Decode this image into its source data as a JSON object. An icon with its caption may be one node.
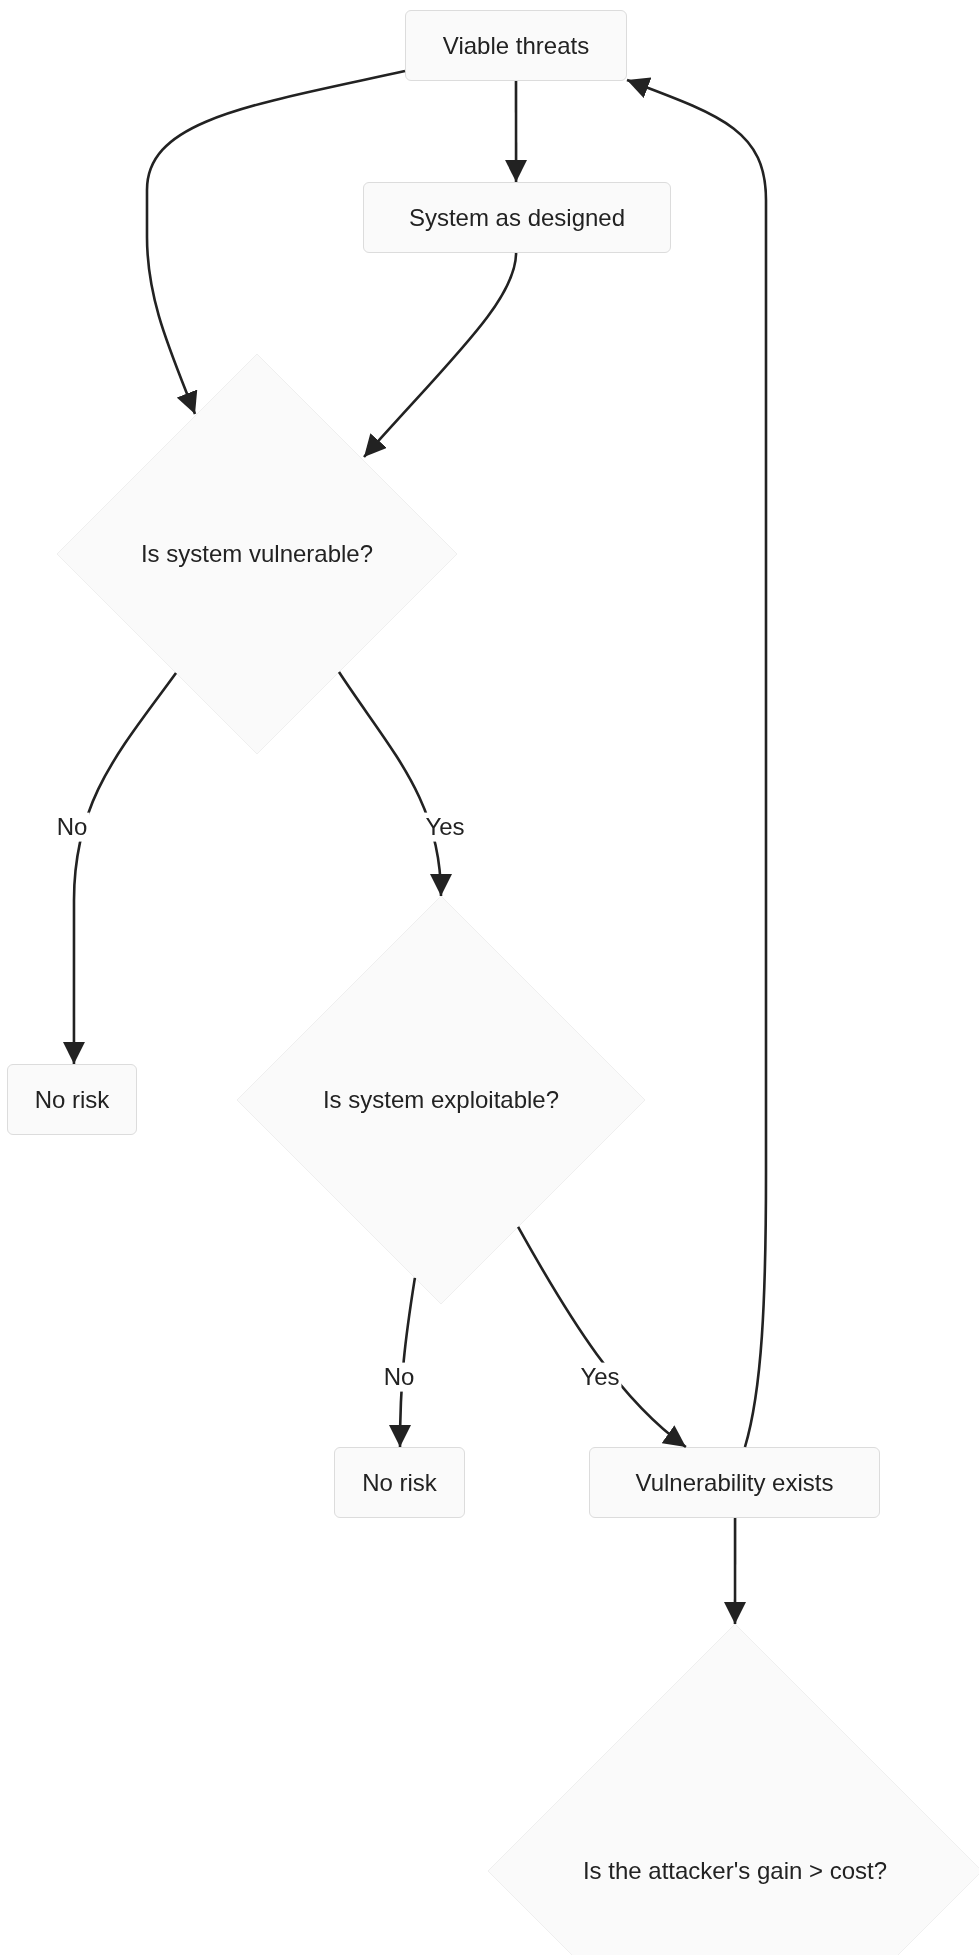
{
  "diagram": {
    "nodes": [
      {
        "text": [
          "Viable threats"
        ]
      },
      {
        "text": [
          "System as designed"
        ]
      },
      {
        "text": [
          "Is system vulnerable?"
        ]
      },
      {
        "text": [
          "No risk"
        ]
      },
      {
        "text": [
          "Is system exploitable?"
        ]
      },
      {
        "text": [
          "No risk"
        ]
      },
      {
        "text": [
          "Vulnerability exists"
        ]
      },
      {
        "text": [
          "Is the attacker's gain > cost?"
        ]
      }
    ],
    "edges": [
      {
        "from": 0,
        "to": 2,
        "arrow": "to"
      },
      {
        "from": 0,
        "to": 1,
        "arrow": "to"
      },
      {
        "from": 1,
        "to": 2,
        "arrow": "to"
      },
      {
        "from": 2,
        "to": 3,
        "arrow": "to",
        "label": "No"
      },
      {
        "from": 2,
        "to": 4,
        "arrow": "to",
        "label": "Yes"
      },
      {
        "from": 4,
        "to": 5,
        "arrow": "to",
        "label": "No"
      },
      {
        "from": 4,
        "to": 6,
        "arrow": "to",
        "label": "Yes"
      },
      {
        "from": 6,
        "to": 0,
        "arrow": "to"
      },
      {
        "from": 6,
        "to": 7,
        "arrow": "to"
      }
    ]
  }
}
